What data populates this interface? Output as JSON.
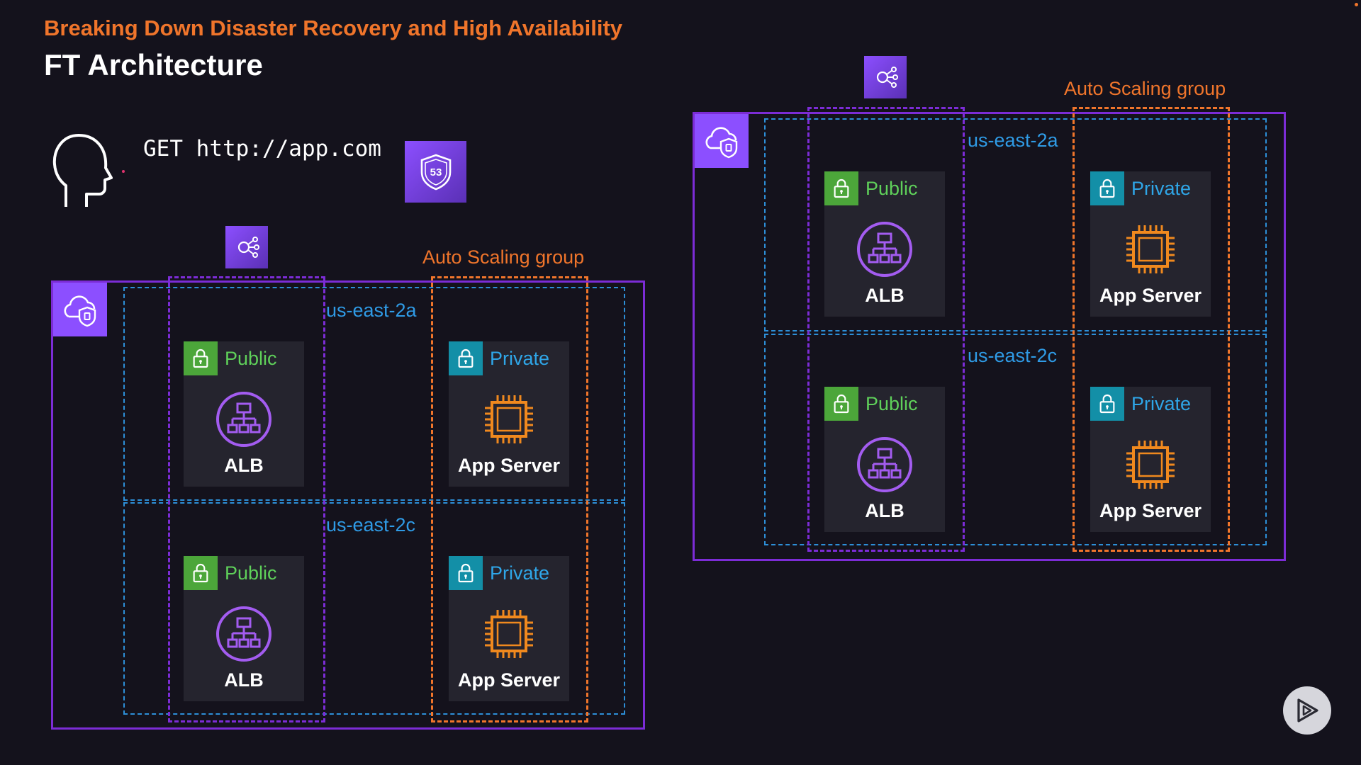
{
  "header": {
    "subtitle": "Breaking Down Disaster Recovery and High Availability",
    "title": "FT Architecture"
  },
  "request": {
    "text": "GET http://app.com",
    "icon": "user-head-icon"
  },
  "dns": {
    "icon": "route53-icon",
    "badge": "53"
  },
  "colors": {
    "background": "#14121c",
    "accent_orange": "#f0752b",
    "vpc_purple": "#7c2cd6",
    "az_blue": "#2d8fd8",
    "public_green": "#4ca63a",
    "private_teal": "#138fa7"
  },
  "regions": [
    {
      "vpc_icon": "vpc-cloud-shield-icon",
      "elb_icon": "load-balancer-icon",
      "asg_label": "Auto Scaling group",
      "zones": [
        {
          "label": "us-east-2a",
          "public": {
            "tag": "Public",
            "name": "ALB"
          },
          "private": {
            "tag": "Private",
            "name": "App Server"
          }
        },
        {
          "label": "us-east-2c",
          "public": {
            "tag": "Public",
            "name": "ALB"
          },
          "private": {
            "tag": "Private",
            "name": "App Server"
          }
        }
      ]
    },
    {
      "vpc_icon": "vpc-cloud-shield-icon",
      "elb_icon": "load-balancer-icon",
      "asg_label": "Auto Scaling group",
      "zones": [
        {
          "label": "us-east-2a",
          "public": {
            "tag": "Public",
            "name": "ALB"
          },
          "private": {
            "tag": "Private",
            "name": "App Server"
          }
        },
        {
          "label": "us-east-2c",
          "public": {
            "tag": "Public",
            "name": "ALB"
          },
          "private": {
            "tag": "Private",
            "name": "App Server"
          }
        }
      ]
    }
  ],
  "player": {
    "icon": "play-logo-icon"
  }
}
